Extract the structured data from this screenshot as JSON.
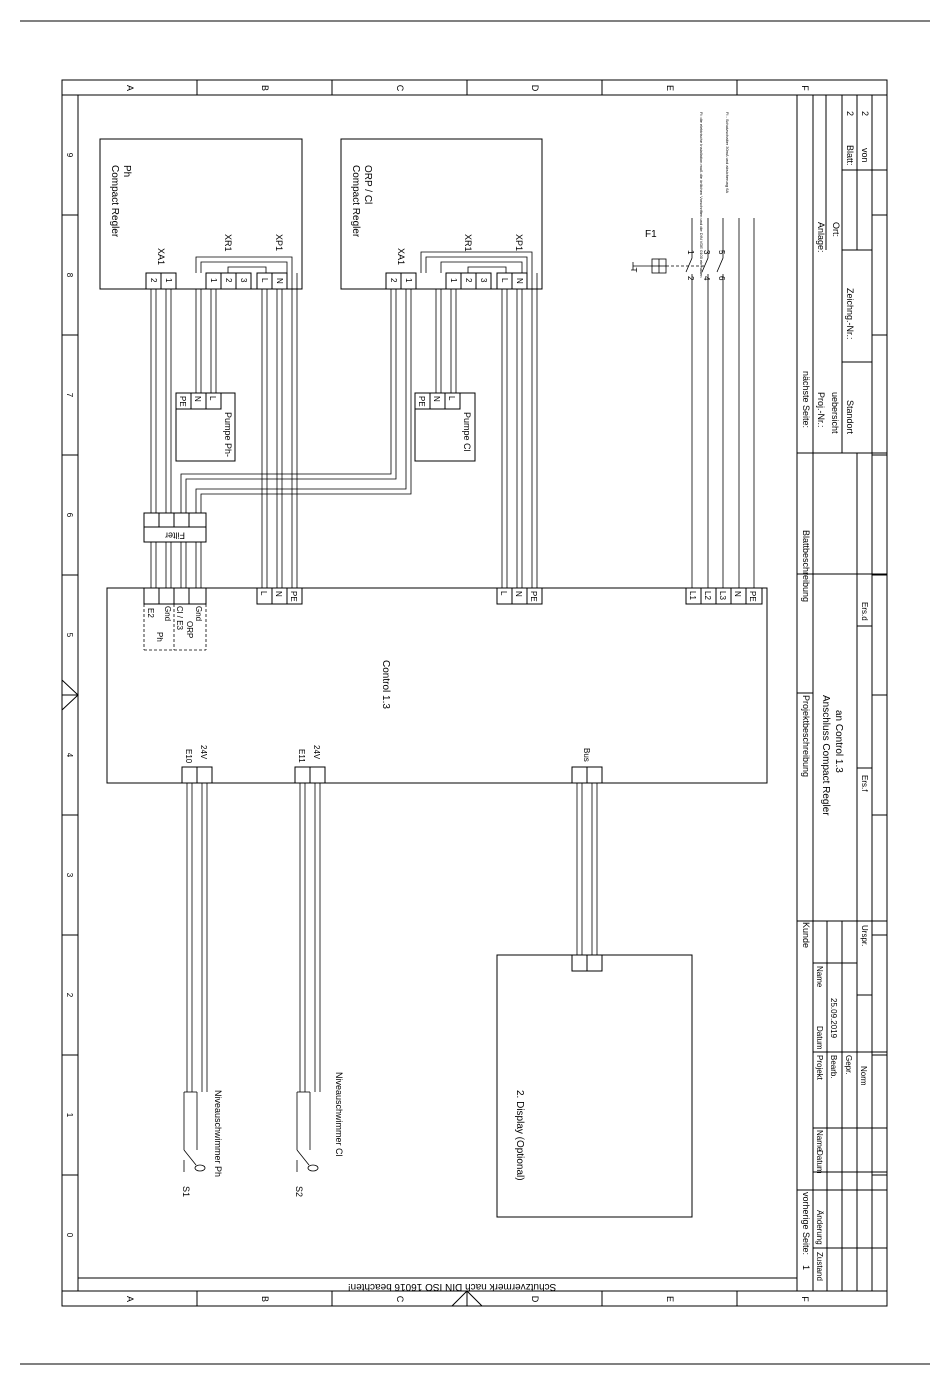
{
  "grid": {
    "cols": [
      "A",
      "B",
      "C",
      "D",
      "E",
      "F"
    ],
    "rows": [
      "9",
      "8",
      "7",
      "6",
      "5",
      "4",
      "3",
      "2",
      "1",
      "0"
    ]
  },
  "devices": {
    "compact_ph": {
      "title": "Compact Regler",
      "sub": "Ph"
    },
    "compact_orp": {
      "title": "Compact Regler",
      "sub": "ORP / Cl"
    },
    "connectors": {
      "xa1": "XA1",
      "xr1": "XR1",
      "xp1": "XP1"
    },
    "pins": {
      "p1": "1",
      "p2": "2",
      "p3": "3",
      "L": "L",
      "N": "N",
      "PE": "PE"
    },
    "pump_ph": "Pumpe Ph-",
    "pump_cl": "Pumpe Cl",
    "filter": "Filter",
    "f1": "F1",
    "f1_t": "T",
    "f1_poles": [
      "2",
      "1",
      "4",
      "3",
      "6",
      "5"
    ],
    "f1_note1": "Fi: die elektrische Installation muß die örtlichen Vorschriften und die DIN VDE 0100 ein halten",
    "f1_note2": "Fi - Schutzschalter 30mA und absicherung 6A",
    "control": "Control 1.3",
    "control_terms": {
      "e2": "E2",
      "ph": "Ph",
      "gnd": "Gnd",
      "cle3": "Cl / E3",
      "orp": "ORP",
      "L1": "L1",
      "L2": "L2",
      "L3": "L3",
      "e10": "E10",
      "e11": "E11",
      "v24": "24V",
      "bus": "Bus"
    },
    "display": "2. Display (Optional)",
    "s1": "S1",
    "s2": "S2",
    "float_ph": "Niveauschwimmer Ph",
    "float_cl": "Niveauschwimmer Cl"
  },
  "protection_note": "Schutzvermerk nach DIN ISO 16016 beachten!",
  "title_block": {
    "naechste_seite": "nächste Seite:",
    "blattbeschreibung": "Blattbeschreibung",
    "projektbeschreibung": "Projektbeschreibung",
    "kunde": "Kunde",
    "vorherige_seite": "vorherige Seite:",
    "vorherige_seite_val": "1",
    "anlage": "Anlage:",
    "ort": "Ort:",
    "zeichng_nr": "Zeichng.-Nr.:",
    "proj_nr": "Proj.-Nr.:",
    "uebersicht": "uebersicht",
    "standort": "Standort",
    "blatt": "Blatt:",
    "blatt_val": "2",
    "von": "von",
    "von_val": "2",
    "ers_d": "Ers.d",
    "ers_f": "Ers.f",
    "urspr": "Urspr.",
    "project_line1": "Anschluss Compact Regler",
    "project_line2": "an Control 1.3",
    "datum": "Datum",
    "name": "Name",
    "projekt": "Projekt",
    "bearb": "Bearb.",
    "date_val": "25.09.2019",
    "gepr": "Gepr.",
    "norm": "Norm",
    "zustand": "Zustand",
    "aenderung": "Änderung"
  }
}
